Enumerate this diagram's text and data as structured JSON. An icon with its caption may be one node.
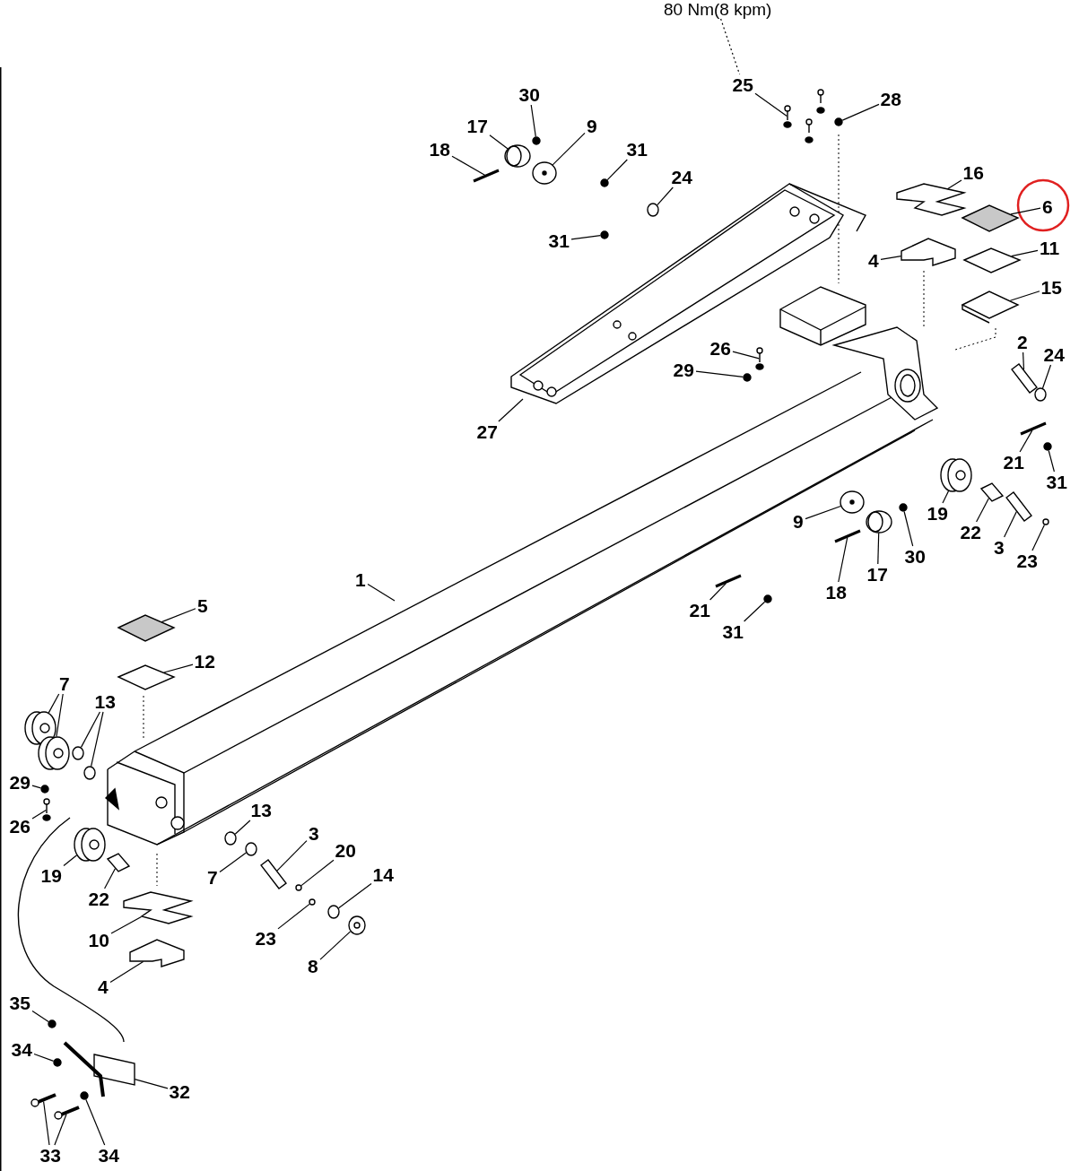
{
  "diagram": {
    "nodes": [
      {
        "text": [
          "80 Nm(8 kpm)"
        ]
      },
      {
        "text": [
          "25"
        ]
      },
      {
        "text": [
          "30"
        ]
      },
      {
        "text": [
          "28"
        ]
      },
      {
        "text": [
          "17"
        ]
      },
      {
        "text": [
          "9"
        ]
      },
      {
        "text": [
          "18"
        ]
      },
      {
        "text": [
          "31"
        ]
      },
      {
        "text": [
          "16"
        ]
      },
      {
        "text": [
          "24"
        ]
      },
      {
        "text": [
          "6"
        ]
      },
      {
        "text": [
          "31"
        ]
      },
      {
        "text": [
          "11"
        ]
      },
      {
        "text": [
          "4"
        ]
      },
      {
        "text": [
          "15"
        ]
      },
      {
        "text": [
          "2"
        ]
      },
      {
        "text": [
          "26"
        ]
      },
      {
        "text": [
          "24"
        ]
      },
      {
        "text": [
          "29"
        ]
      },
      {
        "text": [
          "27"
        ]
      },
      {
        "text": [
          "21"
        ]
      },
      {
        "text": [
          "31"
        ]
      },
      {
        "text": [
          "19"
        ]
      },
      {
        "text": [
          "9"
        ]
      },
      {
        "text": [
          "22"
        ]
      },
      {
        "text": [
          "3"
        ]
      },
      {
        "text": [
          "30"
        ]
      },
      {
        "text": [
          "23"
        ]
      },
      {
        "text": [
          "17"
        ]
      },
      {
        "text": [
          "1"
        ]
      },
      {
        "text": [
          "18"
        ]
      },
      {
        "text": [
          "5"
        ]
      },
      {
        "text": [
          "21"
        ]
      },
      {
        "text": [
          "31"
        ]
      },
      {
        "text": [
          "12"
        ]
      },
      {
        "text": [
          "7"
        ]
      },
      {
        "text": [
          "13"
        ]
      },
      {
        "text": [
          "29"
        ]
      },
      {
        "text": [
          "13"
        ]
      },
      {
        "text": [
          "26"
        ]
      },
      {
        "text": [
          "3"
        ]
      },
      {
        "text": [
          "20"
        ]
      },
      {
        "text": [
          "14"
        ]
      },
      {
        "text": [
          "19"
        ]
      },
      {
        "text": [
          "7"
        ]
      },
      {
        "text": [
          "22"
        ]
      },
      {
        "text": [
          "23"
        ]
      },
      {
        "text": [
          "10"
        ]
      },
      {
        "text": [
          "8"
        ]
      },
      {
        "text": [
          "4"
        ]
      },
      {
        "text": [
          "35"
        ]
      },
      {
        "text": [
          "34"
        ]
      },
      {
        "text": [
          "32"
        ]
      },
      {
        "text": [
          "33"
        ]
      },
      {
        "text": [
          "34"
        ]
      },
      {
        "text": [],
        "shape": "picture"
      },
      {
        "text": [],
        "shape": "circle"
      },
      {
        "text": [],
        "shape": "circle"
      },
      {
        "text": [],
        "shape": "picture"
      },
      {
        "text": [],
        "shape": "picture"
      },
      {
        "text": [],
        "shape": "picture"
      },
      {
        "text": [],
        "shape": "circle"
      },
      {
        "text": [],
        "shape": "picture"
      },
      {
        "text": [],
        "shape": "circle"
      },
      {
        "text": [],
        "shape": "picture"
      },
      {
        "text": [],
        "shape": "circle"
      },
      {
        "text": [],
        "shape": "picture"
      },
      {
        "text": [],
        "shape": "picture"
      },
      {
        "text": [],
        "shape": "picture"
      },
      {
        "text": [],
        "shape": "picture"
      },
      {
        "text": [],
        "shape": "picture"
      },
      {
        "text": [],
        "shape": "circle"
      },
      {
        "text": [],
        "shape": "circle"
      },
      {
        "text": [],
        "shape": "picture"
      },
      {
        "text": [],
        "shape": "circle"
      },
      {
        "text": [],
        "shape": "picture"
      },
      {
        "text": [],
        "shape": "picture"
      },
      {
        "text": [],
        "shape": "picture"
      },
      {
        "text": [],
        "shape": "picture"
      },
      {
        "text": [],
        "shape": "circle"
      },
      {
        "text": [],
        "shape": "circle"
      },
      {
        "text": [],
        "shape": "picture"
      },
      {
        "text": [],
        "shape": "picture"
      },
      {
        "text": [],
        "shape": "picture"
      },
      {
        "text": [],
        "shape": "picture"
      },
      {
        "text": [],
        "shape": "circle"
      },
      {
        "text": [],
        "shape": "picture"
      },
      {
        "text": [],
        "shape": "picture"
      },
      {
        "text": [],
        "shape": "picture"
      },
      {
        "text": [],
        "shape": "circle"
      },
      {
        "text": [],
        "shape": "circle"
      },
      {
        "text": [],
        "shape": "circle"
      },
      {
        "text": [],
        "shape": "circle"
      },
      {
        "text": [],
        "shape": "picture"
      },
      {
        "text": [],
        "shape": "picture"
      },
      {
        "text": [],
        "shape": "circle"
      },
      {
        "text": [],
        "shape": "circle"
      },
      {
        "text": [],
        "shape": "picture"
      },
      {
        "text": [],
        "shape": "circle"
      },
      {
        "text": [],
        "shape": "picture"
      },
      {
        "text": [],
        "shape": "circle"
      },
      {
        "text": [],
        "shape": "picture"
      },
      {
        "text": [],
        "shape": "picture"
      },
      {
        "text": [],
        "shape": "picture"
      },
      {
        "text": [],
        "shape": "circle"
      },
      {
        "text": [],
        "shape": "circle"
      },
      {
        "text": [],
        "shape": "picture"
      },
      {
        "text": [],
        "shape": "picture"
      },
      {
        "text": [],
        "shape": "picture"
      },
      {
        "text": [],
        "shape": "circle"
      }
    ],
    "edges": [
      {
        "from": 0,
        "to": 1,
        "arrow": "none",
        "style": "dashed"
      },
      {
        "from": 1,
        "to": 55,
        "arrow": "none"
      },
      {
        "from": 2,
        "to": 56,
        "arrow": "none"
      },
      {
        "from": 3,
        "to": 57,
        "arrow": "none"
      },
      {
        "from": 4,
        "to": 58,
        "arrow": "none"
      },
      {
        "from": 5,
        "to": 59,
        "arrow": "none"
      },
      {
        "from": 6,
        "to": 60,
        "arrow": "none"
      },
      {
        "from": 7,
        "to": 61,
        "arrow": "none"
      },
      {
        "from": 8,
        "to": 62,
        "arrow": "none"
      },
      {
        "from": 9,
        "to": 63,
        "arrow": "none"
      },
      {
        "from": 10,
        "to": 64,
        "arrow": "none"
      },
      {
        "from": 11,
        "to": 65,
        "arrow": "none"
      },
      {
        "from": 12,
        "to": 66,
        "arrow": "none"
      },
      {
        "from": 13,
        "to": 67,
        "arrow": "none"
      },
      {
        "from": 14,
        "to": 68,
        "arrow": "none"
      },
      {
        "from": 15,
        "to": 69,
        "arrow": "none"
      },
      {
        "from": 16,
        "to": 70,
        "arrow": "none"
      },
      {
        "from": 17,
        "to": 71,
        "arrow": "none"
      },
      {
        "from": 18,
        "to": 72,
        "arrow": "none"
      },
      {
        "from": 19,
        "to": null,
        "arrow": "none"
      },
      {
        "from": 20,
        "to": 73,
        "arrow": "none"
      },
      {
        "from": 21,
        "to": 74,
        "arrow": "none"
      },
      {
        "from": 22,
        "to": 75,
        "arrow": "none"
      },
      {
        "from": 23,
        "to": 76,
        "arrow": "none"
      },
      {
        "from": 24,
        "to": 77,
        "arrow": "none"
      },
      {
        "from": 25,
        "to": 78,
        "arrow": "none"
      },
      {
        "from": 26,
        "to": 79,
        "arrow": "none"
      },
      {
        "from": 27,
        "to": 80,
        "arrow": "none"
      },
      {
        "from": 28,
        "to": 81,
        "arrow": "none"
      },
      {
        "from": 29,
        "to": null,
        "arrow": "none"
      },
      {
        "from": 30,
        "to": 82,
        "arrow": "none"
      },
      {
        "from": 31,
        "to": 83,
        "arrow": "none"
      },
      {
        "from": 32,
        "to": 84,
        "arrow": "none"
      },
      {
        "from": 33,
        "to": 85,
        "arrow": "none"
      },
      {
        "from": 34,
        "to": 86,
        "arrow": "none"
      },
      {
        "from": 35,
        "to": 87,
        "arrow": "none"
      },
      {
        "from": 35,
        "to": 88,
        "arrow": "none"
      },
      {
        "from": 36,
        "to": 89,
        "arrow": "none"
      },
      {
        "from": 36,
        "to": 90,
        "arrow": "none"
      },
      {
        "from": 37,
        "to": 91,
        "arrow": "none"
      },
      {
        "from": 38,
        "to": 92,
        "arrow": "none"
      },
      {
        "from": 39,
        "to": 93,
        "arrow": "none"
      },
      {
        "from": 40,
        "to": 94,
        "arrow": "none"
      },
      {
        "from": 41,
        "to": 95,
        "arrow": "none"
      },
      {
        "from": 42,
        "to": 96,
        "arrow": "none"
      },
      {
        "from": 43,
        "to": 97,
        "arrow": "none"
      },
      {
        "from": 44,
        "to": 98,
        "arrow": "none"
      },
      {
        "from": 45,
        "to": 99,
        "arrow": "none"
      },
      {
        "from": 46,
        "to": 100,
        "arrow": "none"
      },
      {
        "from": 47,
        "to": 101,
        "arrow": "none"
      },
      {
        "from": 48,
        "to": 102,
        "arrow": "none"
      },
      {
        "from": 49,
        "to": 103,
        "arrow": "none"
      },
      {
        "from": 50,
        "to": 104,
        "arrow": "none"
      },
      {
        "from": 51,
        "to": 105,
        "arrow": "none"
      },
      {
        "from": 52,
        "to": 106,
        "arrow": "none"
      },
      {
        "from": 53,
        "to": 107,
        "arrow": "none"
      },
      {
        "from": 53,
        "to": 108,
        "arrow": "none"
      },
      {
        "from": 54,
        "to": 109,
        "arrow": "none"
      }
    ]
  }
}
